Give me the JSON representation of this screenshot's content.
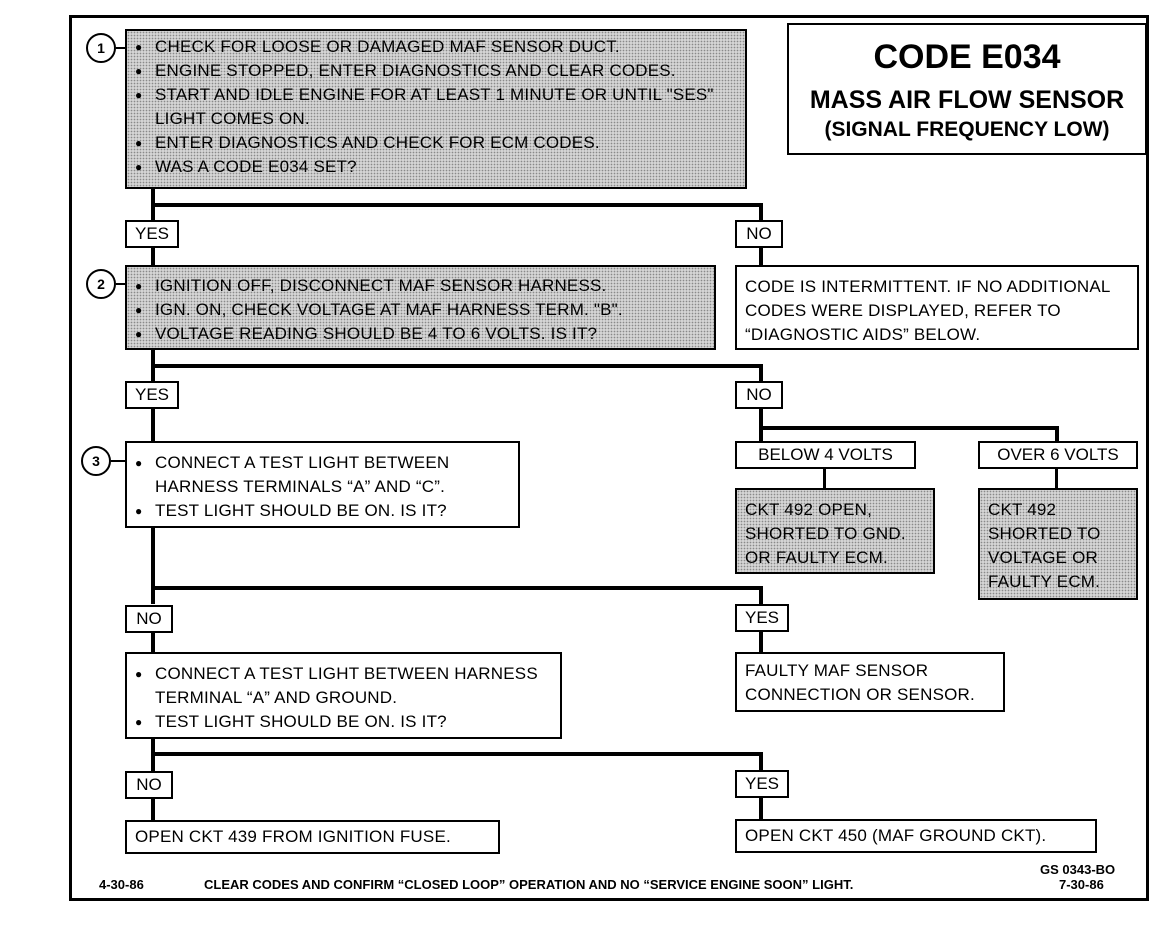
{
  "title": {
    "code": "CODE E034",
    "name": "MASS AIR FLOW SENSOR",
    "sub": "(SIGNAL FREQUENCY LOW)"
  },
  "steps": {
    "s1": {
      "num": "1",
      "items": [
        "CHECK FOR LOOSE OR DAMAGED MAF SENSOR DUCT.",
        "ENGINE STOPPED, ENTER DIAGNOSTICS AND CLEAR CODES.",
        "START AND IDLE ENGINE FOR AT LEAST 1 MINUTE OR UNTIL \"SES\" LIGHT COMES ON.",
        "ENTER DIAGNOSTICS AND CHECK FOR ECM CODES.",
        "WAS A CODE E034 SET?"
      ]
    },
    "s2": {
      "num": "2",
      "items": [
        "IGNITION OFF, DISCONNECT MAF SENSOR HARNESS.",
        "IGN. ON, CHECK VOLTAGE AT MAF HARNESS TERM. \"B\".",
        "VOLTAGE READING SHOULD BE 4 TO 6 VOLTS. IS IT?"
      ]
    },
    "s3": {
      "num": "3",
      "items": [
        "CONNECT A TEST LIGHT BETWEEN HARNESS TERMINALS “A” AND “C”.",
        "TEST LIGHT SHOULD BE ON. IS IT?"
      ]
    },
    "s4": {
      "items": [
        "CONNECT A TEST LIGHT BETWEEN HARNESS TERMINAL “A” AND GROUND.",
        "TEST LIGHT SHOULD BE ON. IS IT?"
      ]
    }
  },
  "labels": {
    "yes": "YES",
    "no": "NO",
    "below": "BELOW 4 VOLTS",
    "over": "OVER 6 VOLTS"
  },
  "results": {
    "intermittent": "CODE IS INTERMITTENT. IF NO ADDITIONAL CODES WERE DISPLAYED, REFER TO “DIAGNOSTIC AIDS” BELOW.",
    "ckt492_open": "CKT 492 OPEN, SHORTED TO GND. OR FAULTY ECM.",
    "ckt492_short": "CKT 492 SHORTED TO VOLTAGE OR FAULTY ECM.",
    "faulty_maf": "FAULTY MAF SENSOR CONNECTION OR SENSOR.",
    "open439": "OPEN CKT 439 FROM IGNITION FUSE.",
    "open450": "OPEN CKT 450 (MAF GROUND CKT)."
  },
  "footer": {
    "date_left": "4-30-86",
    "note": "CLEAR CODES AND CONFIRM “CLOSED LOOP” OPERATION AND NO “SERVICE ENGINE SOON” LIGHT.",
    "ref": "GS 0343-BO",
    "date_right": "7-30-86"
  }
}
